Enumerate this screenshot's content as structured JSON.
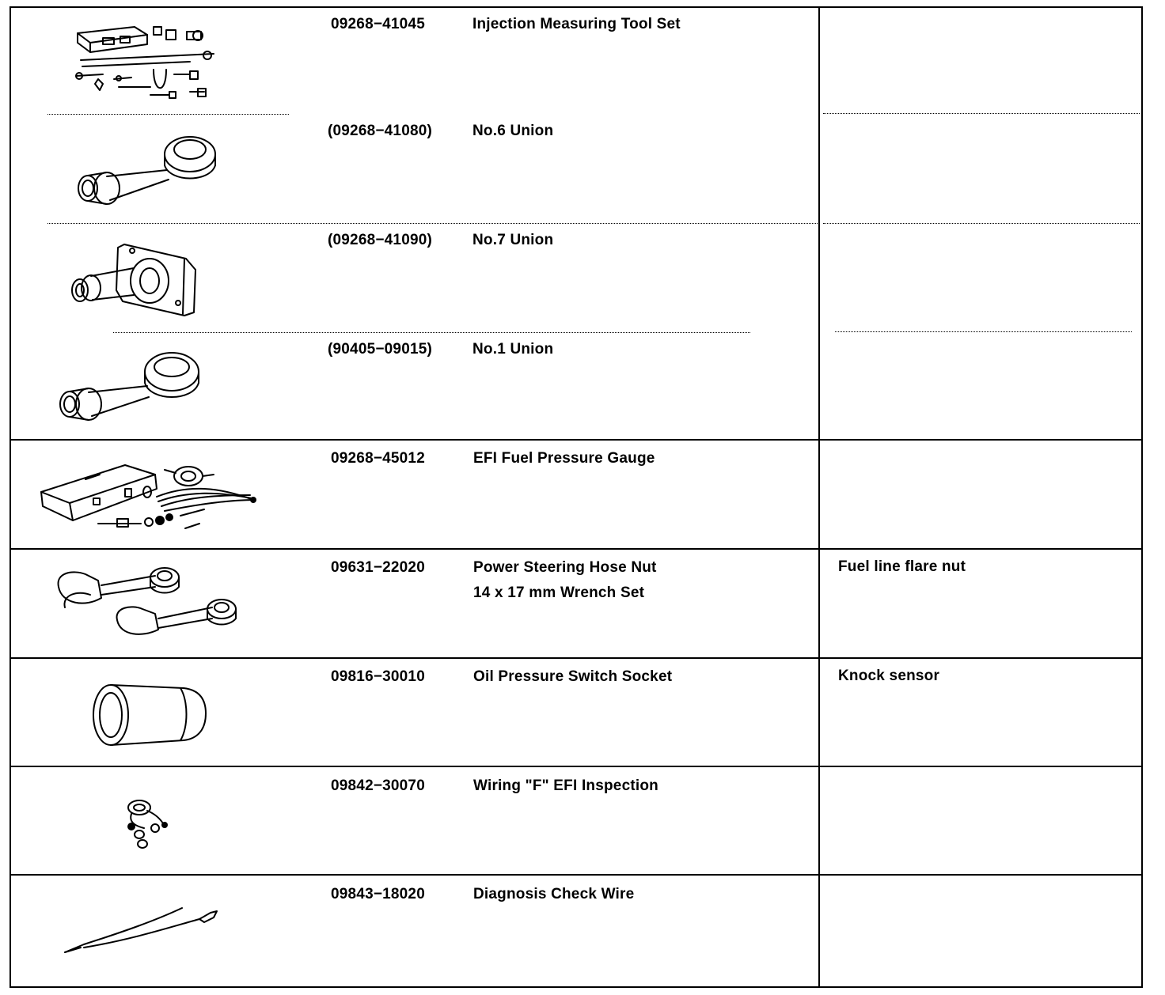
{
  "tools": [
    {
      "part": "09268−41045",
      "name": "Injection Measuring Tool Set",
      "note": "",
      "icon": "injection-tool-set-icon"
    },
    {
      "part": "(09268−41080)",
      "name": "No.6 Union",
      "note": "",
      "icon": "union-fitting-icon"
    },
    {
      "part": "(09268−41090)",
      "name": "No.7 Union",
      "note": "",
      "icon": "flanged-union-icon"
    },
    {
      "part": "(90405−09015)",
      "name": "No.1 Union",
      "note": "",
      "icon": "union-fitting-icon"
    },
    {
      "part": "09268−45012",
      "name": "EFI Fuel Pressure Gauge",
      "note": "",
      "icon": "pressure-gauge-kit-icon"
    },
    {
      "part": "09631−22020",
      "name": "Power Steering Hose Nut",
      "name2": "14 x 17 mm Wrench Set",
      "note": "Fuel line flare nut",
      "icon": "wrench-set-icon"
    },
    {
      "part": "09816−30010",
      "name": "Oil Pressure Switch Socket",
      "note": "Knock sensor",
      "icon": "socket-icon"
    },
    {
      "part": "09842−30070",
      "name": "Wiring \"F\" EFI Inspection",
      "note": "",
      "icon": "wiring-harness-icon"
    },
    {
      "part": "09843−18020",
      "name": "Diagnosis Check Wire",
      "note": "",
      "icon": "check-wire-icon"
    }
  ]
}
